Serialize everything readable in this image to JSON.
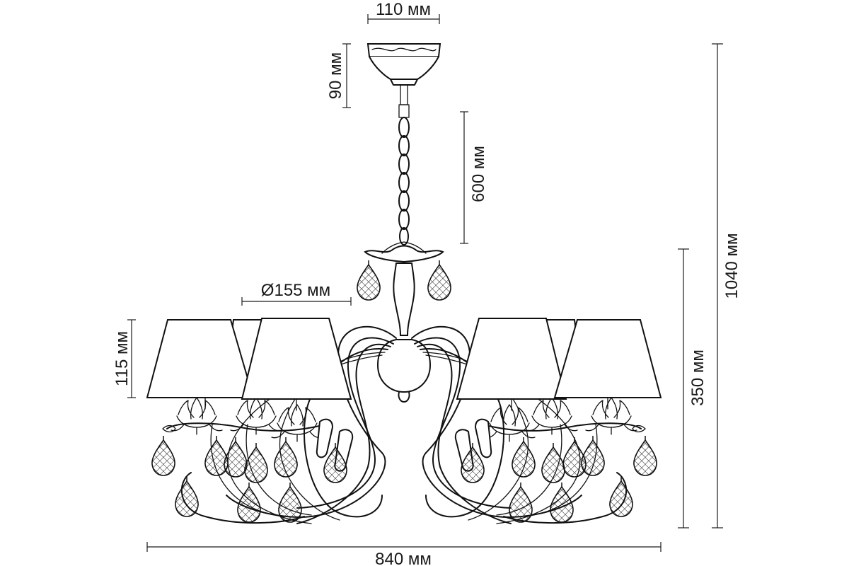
{
  "dimensions": {
    "canopy_width": "110 мм",
    "canopy_height": "90 мм",
    "chain_length": "600 мм",
    "total_height": "1040 мм",
    "shade_diameter": "Ø155 мм",
    "shade_height": "115 мм",
    "body_height": "350 мм",
    "total_width": "840 мм"
  }
}
